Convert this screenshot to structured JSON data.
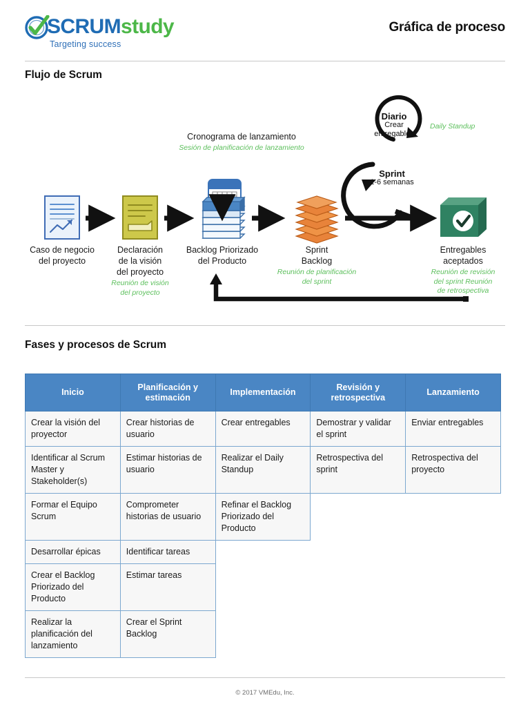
{
  "header": {
    "logo": {
      "mark_icon": "check-circle-icon",
      "word_primary": "SCRUM",
      "word_secondary": "study",
      "tagline": "Targeting success",
      "primary_color": "#1f6cb4",
      "secondary_color": "#4cb748"
    },
    "title": "Gráfica de proceso"
  },
  "sections": {
    "flow_title": "Flujo de Scrum",
    "phases_title": "Fases y procesos de Scrum"
  },
  "flow": {
    "nodes": [
      {
        "id": "business-case",
        "icon": "business-case-document-icon",
        "label": "Caso de negocio\ndel proyecto",
        "label_line1": "Caso de negocio",
        "label_line2": "del proyecto",
        "sub": ""
      },
      {
        "id": "vision-statement",
        "icon": "vision-statement-document-icon",
        "label_line1": "Declaración",
        "label_line2": "de la visión",
        "label_line3": "del proyecto",
        "sub": "Reunión de visión\ndel proyecto",
        "sub_line1": "Reunión de visión",
        "sub_line2": "del proyecto"
      },
      {
        "id": "prioritized-product-backlog",
        "icon": "stacked-backlog-icon",
        "label_line1": "Backlog Priorizado",
        "label_line2": "del Producto",
        "sub": ""
      },
      {
        "id": "sprint-backlog",
        "icon": "orange-stack-icon",
        "label_line1": "Sprint",
        "label_line2": "Backlog",
        "sub_line1": "Reunión de planificación",
        "sub_line2": "del sprint"
      },
      {
        "id": "accepted-deliverables",
        "icon": "green-box-check-icon",
        "label_line1": "Entregables",
        "label_line2": "aceptados",
        "sub_line1": "Reunión de revisión",
        "sub_line2": "del sprint Reunión",
        "sub_line3": "de retrospectiva"
      },
      {
        "id": "release-schedule",
        "icon": "calendar-icon",
        "label_line1": "Cronograma de lanzamiento",
        "sub_line1": "Sesión de planificación de lanzamiento"
      }
    ],
    "cycles": [
      {
        "id": "daily",
        "title": "Diario",
        "sub_line1": "Crear",
        "sub_line2": "entregables",
        "annotation": "Daily Standup"
      },
      {
        "id": "sprint",
        "title": "Sprint",
        "sub_line1": "1-6 semanas",
        "sub_line2": ""
      }
    ]
  },
  "table": {
    "columns": [
      "Inicio",
      "Planificación y estimación",
      "Implementación",
      "Revisión y retrospectiva",
      "Lanzamiento"
    ],
    "columns_wrapped": [
      [
        "Inicio"
      ],
      [
        "Planificación y",
        "estimación"
      ],
      [
        "Implementación"
      ],
      [
        "Revisión y",
        "retrospectiva"
      ],
      [
        "Lanzamiento"
      ]
    ],
    "rows": [
      [
        "Crear la visión del proyector",
        "Crear historias de usuario",
        "Crear entregables",
        "Demostrar y validar el sprint",
        "Enviar entregables"
      ],
      [
        "Identificar al Scrum Master y Stakeholder(s)",
        "Estimar historias de usuario",
        "Realizar el Daily Standup",
        "Retrospectiva del sprint",
        "Retrospectiva del proyecto"
      ],
      [
        "Formar el Equipo Scrum",
        "Comprometer historias de usuario",
        "Refinar el Backlog Priorizado del Producto",
        "",
        ""
      ],
      [
        "Desarrollar épicas",
        "Identificar tareas",
        "",
        "",
        ""
      ],
      [
        "Crear el Backlog Priorizado del Producto",
        "Estimar tareas",
        "",
        "",
        ""
      ],
      [
        "Realizar la planificación del lanzamiento",
        "Crear el Sprint Backlog",
        "",
        "",
        ""
      ]
    ],
    "header_color": "#4a86c4",
    "cell_color": "#f7f7f7"
  },
  "footer": {
    "copyright": "© 2017 VMEdu, Inc."
  }
}
